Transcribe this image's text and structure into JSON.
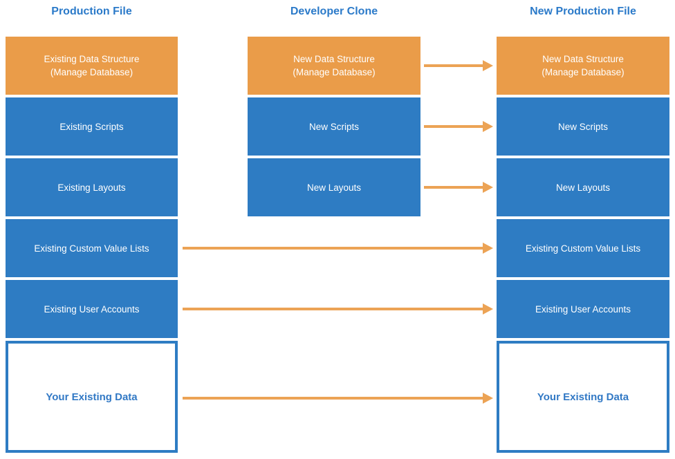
{
  "diagram": {
    "columns": [
      {
        "header": "Production File",
        "boxes": [
          {
            "label": "Existing Data Structure\n(Manage Database)"
          },
          {
            "label": "Existing Scripts"
          },
          {
            "label": "Existing Layouts"
          },
          {
            "label": "Existing Custom Value Lists"
          },
          {
            "label": "Existing User Accounts"
          },
          {
            "label": "Your Existing Data"
          }
        ]
      },
      {
        "header": "Developer Clone",
        "boxes": [
          {
            "label": "New Data Structure\n(Manage Database)"
          },
          {
            "label": "New Scripts"
          },
          {
            "label": "New Layouts"
          }
        ]
      },
      {
        "header": "New Production File",
        "boxes": [
          {
            "label": "New Data Structure\n(Manage Database)"
          },
          {
            "label": "New Scripts"
          },
          {
            "label": "New Layouts"
          },
          {
            "label": "Existing Custom Value Lists"
          },
          {
            "label": "Existing User Accounts"
          },
          {
            "label": "Your Existing Data"
          }
        ]
      }
    ],
    "arrows": [
      {
        "from": "Developer Clone / New Data Structure (Manage Database)",
        "to": "New Production File / New Data Structure (Manage Database)"
      },
      {
        "from": "Developer Clone / New Scripts",
        "to": "New Production File / New Scripts"
      },
      {
        "from": "Developer Clone / New Layouts",
        "to": "New Production File / New Layouts"
      },
      {
        "from": "Production File / Existing Custom Value Lists",
        "to": "New Production File / Existing Custom Value Lists"
      },
      {
        "from": "Production File / Existing User Accounts",
        "to": "New Production File / Existing User Accounts"
      },
      {
        "from": "Production File / Your Existing Data",
        "to": "New Production File / Your Existing Data"
      }
    ],
    "colors": {
      "box_orange": "#EA9C49",
      "box_blue": "#2E7CC3",
      "arrow_orange": "#ECA355",
      "heading_blue": "#2B7AC9",
      "outline_text_blue": "#3279C5"
    }
  }
}
